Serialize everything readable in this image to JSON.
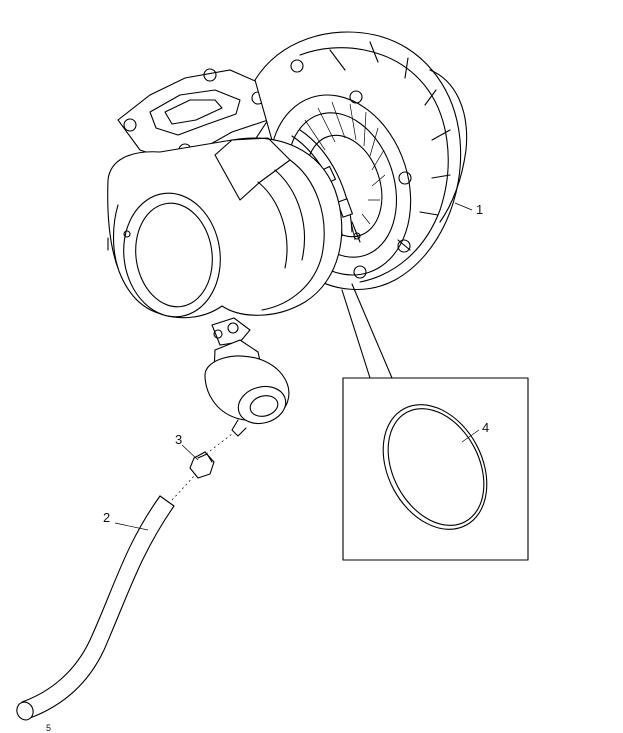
{
  "diagram": {
    "callouts": [
      {
        "id": "1",
        "label": "1"
      },
      {
        "id": "2",
        "label": "2"
      },
      {
        "id": "3",
        "label": "3"
      },
      {
        "id": "4",
        "label": "4"
      }
    ],
    "corner_mark": "5"
  }
}
